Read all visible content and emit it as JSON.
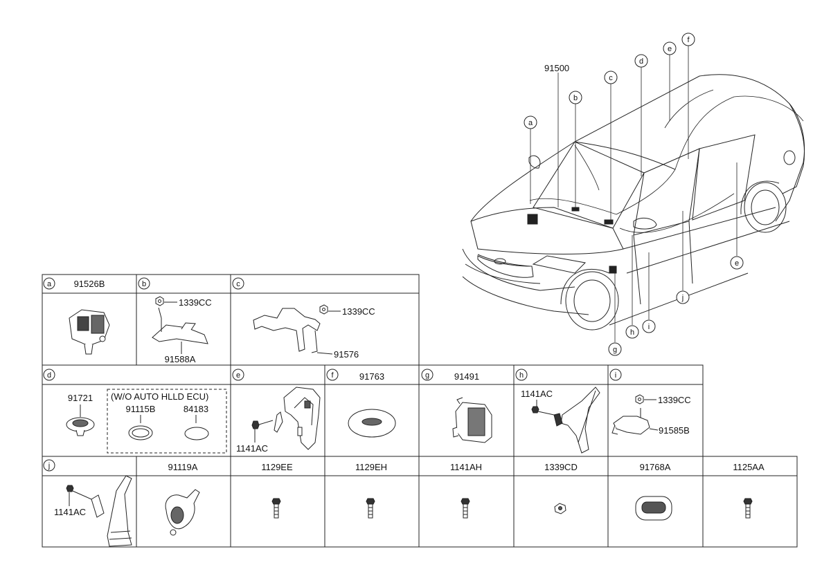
{
  "main_part": "91500",
  "callouts": {
    "a": "a",
    "b": "b",
    "c": "c",
    "d": "d",
    "e": "e",
    "f": "f",
    "g": "g",
    "h": "h",
    "i": "i",
    "j": "j"
  },
  "cells": {
    "a": {
      "code": "91526B"
    },
    "b": {
      "bolt": "1339CC",
      "part": "91588A"
    },
    "c": {
      "bolt": "1339CC",
      "part": "91576"
    },
    "d": {
      "part1": "91721",
      "note": "(W/O AUTO HLLD ECU)",
      "part2": "91115B",
      "part3": "84183"
    },
    "e": {
      "bolt": "1141AC"
    },
    "f": {
      "code": "91763"
    },
    "g": {
      "code": "91491"
    },
    "h": {
      "bolt": "1141AC"
    },
    "i": {
      "bolt": "1339CC",
      "part": "91585B"
    },
    "j": {
      "bolt": "1141AC"
    }
  },
  "bottom_row": [
    "91119A",
    "1129EE",
    "1129EH",
    "1141AH",
    "1339CD",
    "91768A",
    "1125AA"
  ]
}
